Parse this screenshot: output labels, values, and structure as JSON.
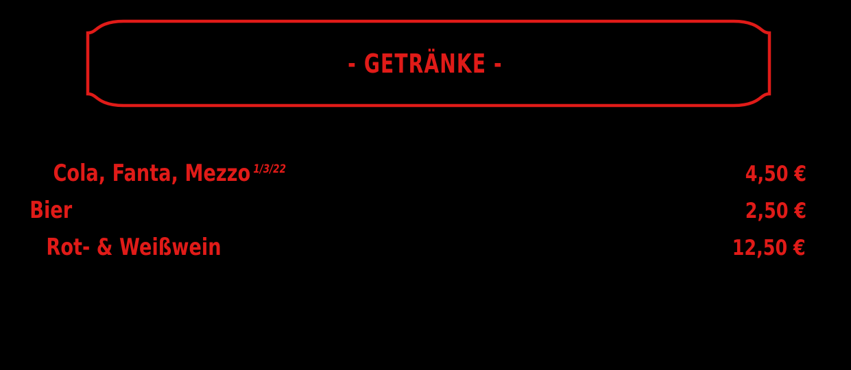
{
  "page": {
    "background_color": "#000000",
    "accent_color": "#E01B18"
  },
  "banner": {
    "title": "- GETRÄNKE -",
    "frame_color": "#E01B18",
    "frame_style": "flared-corner-plaque"
  },
  "menu": {
    "items": [
      {
        "name": "Cola, Fanta, Mezzo",
        "marks": "1/3/22",
        "price": "4,50 €"
      },
      {
        "name": "Bier",
        "marks": "",
        "price": "2,50 €"
      },
      {
        "name": "Rot- & Weißwein",
        "marks": "",
        "price": "12,50 €"
      }
    ]
  }
}
